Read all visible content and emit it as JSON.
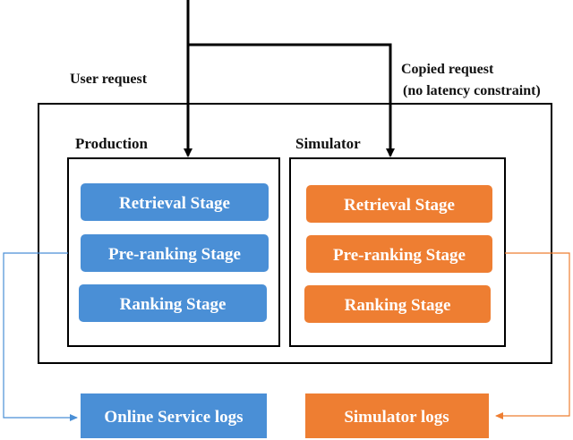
{
  "labels": {
    "user_request": "User request",
    "copied_request_line1": "Copied request",
    "copied_request_line2": "(no latency constraint)",
    "production": "Production",
    "simulator": "Simulator"
  },
  "production_stages": [
    "Retrieval Stage",
    "Pre-ranking Stage",
    "Ranking Stage"
  ],
  "simulator_stages": [
    "Retrieval Stage",
    "Pre-ranking Stage",
    "Ranking Stage"
  ],
  "logs": {
    "online": "Online Service logs",
    "simulator": "Simulator logs"
  },
  "colors": {
    "production_blue": "#4A8FD6",
    "simulator_orange": "#EE7E32",
    "line": "#000000"
  }
}
